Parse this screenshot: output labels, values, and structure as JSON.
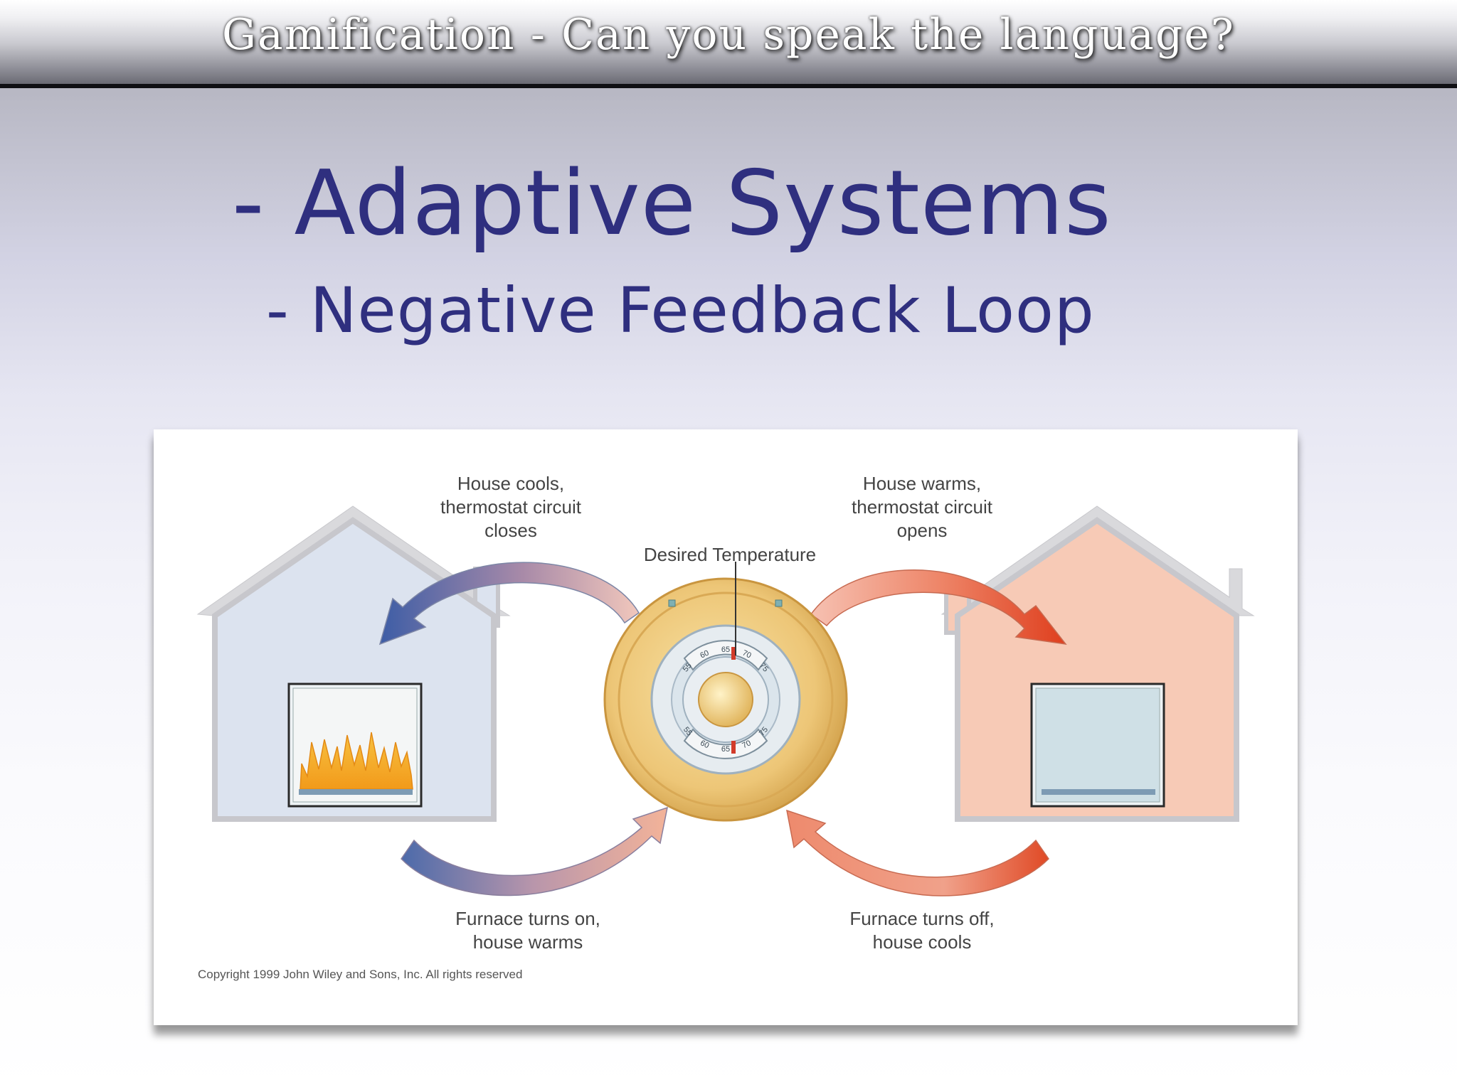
{
  "header": {
    "title": "Gamification - Can you speak the language?"
  },
  "slide": {
    "title": "- Adaptive Systems",
    "subtitle": "- Negative Feedback Loop"
  },
  "diagram": {
    "label_top_left": "House cools,\nthermostat circuit\ncloses",
    "label_top_right": "House warms,\nthermostat circuit\nopens",
    "label_center": "Desired Temperature",
    "label_bottom_left": "Furnace turns on,\nhouse warms",
    "label_bottom_right": "Furnace turns off,\nhouse cools",
    "copyright": "Copyright 1999 John Wiley and Sons, Inc. All rights reserved",
    "dial_top_ticks": [
      "55",
      "60",
      "65",
      "70",
      "75"
    ],
    "dial_bottom_ticks": [
      "55",
      "60",
      "65",
      "70",
      "75"
    ],
    "colors": {
      "cool_house": "#dce3ef",
      "warm_house": "#f7cab6",
      "cool_arrow": "#4a66a8",
      "warm_arrow": "#e2522c",
      "thermostat": "#e6bf6a",
      "flame": "#f3a21e"
    }
  }
}
